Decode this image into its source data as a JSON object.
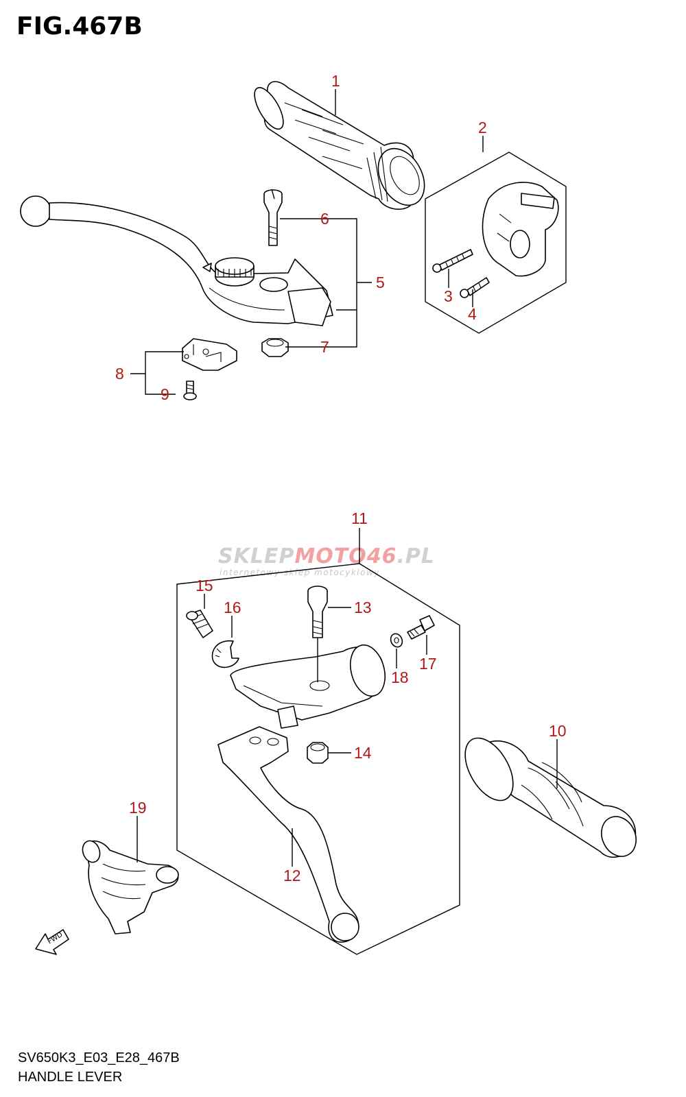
{
  "figure": {
    "title": "FIG.467B",
    "code": "SV650K3_E03_E28_467B",
    "name": "HANDLE LEVER"
  },
  "watermark": {
    "brand_part1": "SKLEP",
    "brand_part2": "MOTO",
    "brand_part3": "46",
    "brand_part4": ".PL",
    "subtitle": "internetowy sklep motocyklowy"
  },
  "fwd_label": "FWD",
  "callouts": [
    "1",
    "2",
    "3",
    "4",
    "5",
    "6",
    "7",
    "8",
    "9",
    "10",
    "11",
    "12",
    "13",
    "14",
    "15",
    "16",
    "17",
    "18",
    "19"
  ],
  "colors": {
    "callout": "#b01818",
    "line": "#000000",
    "watermark": "#cfd0d4"
  }
}
